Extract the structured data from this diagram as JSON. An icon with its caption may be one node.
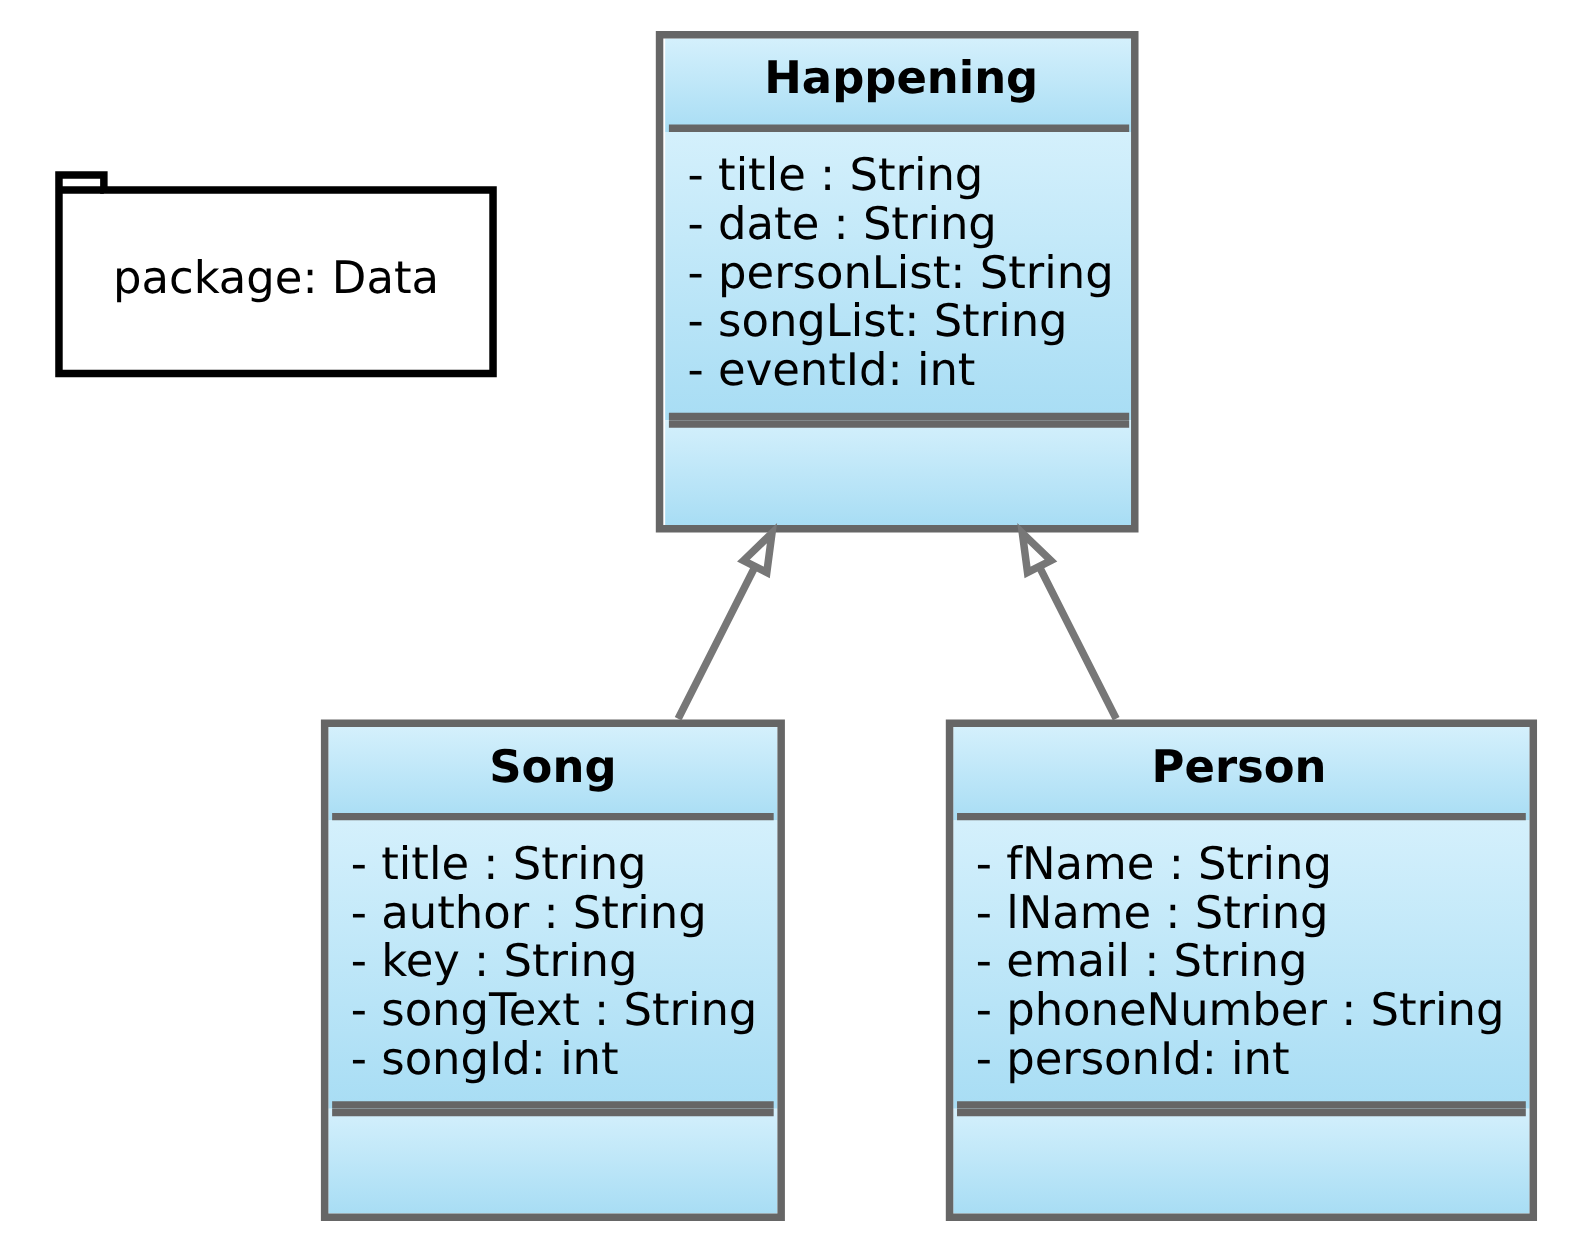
{
  "diagram": {
    "nodes": [
      {
        "text": [
          "package: Data"
        ]
      },
      {
        "text": [
          "Happening",
          "- title : String",
          "- date : String",
          "- personList: String",
          "- songList: String",
          "- eventId: int"
        ]
      },
      {
        "text": [
          "Song",
          "- title : String",
          "- author : String",
          "- key : String",
          "- songText : String",
          "- songId: int"
        ]
      },
      {
        "text": [
          "Person",
          "- fName : String",
          "- lName : String",
          "- email : String",
          "- phoneNumber : String",
          "- personId: int"
        ]
      }
    ],
    "edges": [
      {
        "from": 2,
        "to": 1,
        "arrow": "to"
      },
      {
        "from": 3,
        "to": 1,
        "arrow": "to"
      }
    ]
  }
}
